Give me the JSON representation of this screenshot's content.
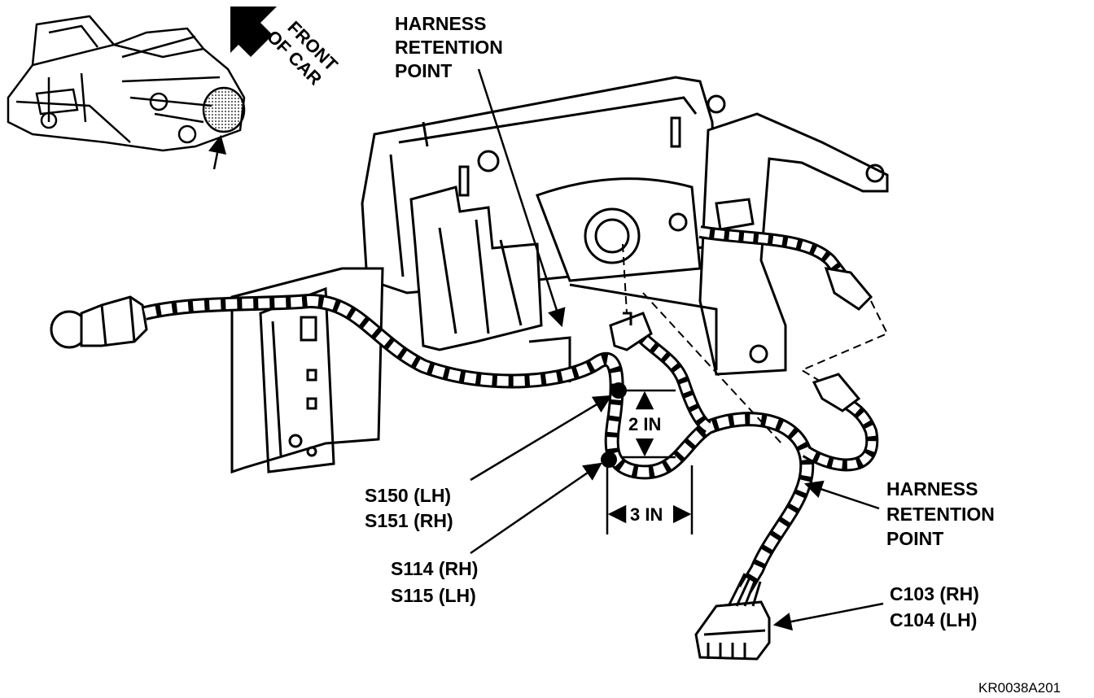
{
  "labels": {
    "front_of_car": [
      "FRONT",
      "OF CAR"
    ],
    "retention_point_top": [
      "HARNESS",
      "RETENTION",
      "POINT"
    ],
    "retention_point_right": [
      "HARNESS",
      "RETENTION",
      "POINT"
    ],
    "splice_s150_s151": [
      "S150 (LH)",
      "S151 (RH)"
    ],
    "splice_s114_s115": [
      "S114 (RH)",
      "S115 (LH)"
    ],
    "connector_c103_c104": [
      "C103 (RH)",
      "C104 (LH)"
    ],
    "dimension_vertical": "2 IN",
    "dimension_horizontal": "3 IN",
    "figure_code": "KR0038A201"
  },
  "icons": {
    "direction_arrow": "front-direction-arrow-icon",
    "vehicle_locator": "car-locator-icon",
    "splice_marker": "splice-dot-icon"
  },
  "colors": {
    "line": "#000000",
    "background": "#ffffff"
  }
}
